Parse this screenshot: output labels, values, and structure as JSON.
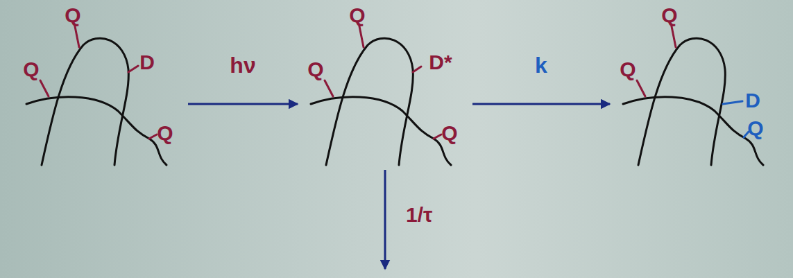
{
  "diagram": {
    "nodes": [
      {
        "text": [
          "Q",
          "Q",
          "D",
          "Q"
        ]
      },
      {
        "text": [
          "Q",
          "Q",
          "D*",
          "Q"
        ]
      },
      {
        "text": [
          "Q",
          "Q",
          "D",
          "Q"
        ]
      }
    ],
    "edges": [
      {
        "from": 0,
        "to": 1,
        "label": "hν",
        "arrow": "to"
      },
      {
        "from": 1,
        "to": 2,
        "label": "k",
        "arrow": "to"
      }
    ],
    "labels": [
      "1/τ"
    ]
  }
}
